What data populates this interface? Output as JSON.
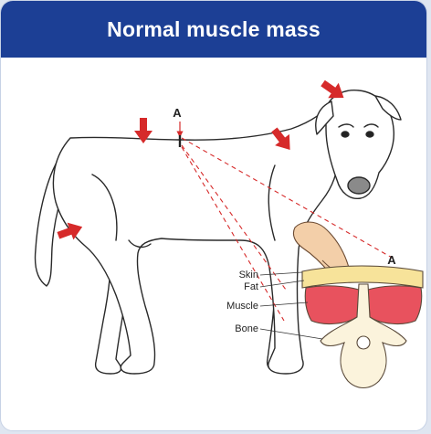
{
  "header": {
    "title": "Normal muscle mass"
  },
  "markers": {
    "point_a": "A",
    "cross_section_a": "A"
  },
  "cross_section": {
    "labels": [
      "Skin",
      "Fat",
      "Muscle",
      "Bone"
    ]
  },
  "colors": {
    "header_bg": "#1c3f95",
    "arrow": "#d62a2a",
    "muscle": "#e8525e",
    "fat": "#f7e39a",
    "bone": "#fbf3dc",
    "skin_tone": "#f3cfa9"
  },
  "icons": [
    "arrow-icon"
  ]
}
